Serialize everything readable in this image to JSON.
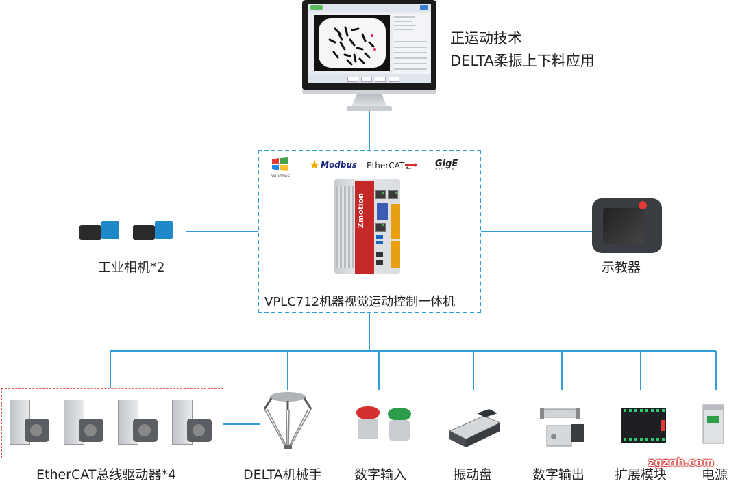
{
  "monitor": {
    "title_lines": [
      "正运动技术",
      "DELTA柔振上下料应用"
    ]
  },
  "controller": {
    "label": "VPLC712机器视觉运动控制一体机",
    "brand": "Zmotion",
    "logos": {
      "windows": "Windows",
      "modbus": "Modbus",
      "ethercat": "EtherCAT",
      "gige": "GigE",
      "gige_sub": "VISION"
    }
  },
  "left_device": {
    "label": "工业相机*2"
  },
  "right_device": {
    "label": "示教器"
  },
  "bottom_devices": [
    {
      "label": "EtherCAT总线驱动器*4"
    },
    {
      "label": "DELTA机械手"
    },
    {
      "label": "数字输入"
    },
    {
      "label": "振动盘"
    },
    {
      "label": "数字输出"
    },
    {
      "label": "扩展模块"
    },
    {
      "label": "电源"
    }
  ],
  "watermark": "zgznh.com",
  "colors": {
    "wire": "#2f9ed8",
    "frame_blue": "#2f9ed8",
    "frame_red": "#e05a5a",
    "accent_red": "#c62828"
  }
}
